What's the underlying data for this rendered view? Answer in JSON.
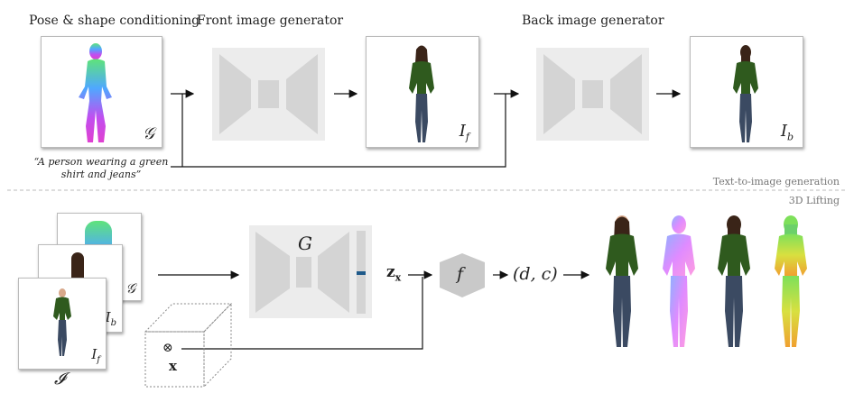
{
  "top": {
    "pose_title": "Pose & shape conditioning",
    "front_title": "Front image generator",
    "back_title": "Back image generator",
    "prompt": "“A person wearing a green shirt and jeans”",
    "g_label": "𝒢",
    "if_label": "I",
    "if_sub": "f",
    "ib_label": "I",
    "ib_sub": "b"
  },
  "stages": {
    "t2i": "Text-to-image generation",
    "lift": "3D Lifting"
  },
  "bottom": {
    "stack_g": "𝒢",
    "stack_ib": "I",
    "stack_ib_sub": "b",
    "stack_if": "I",
    "stack_if_sub": "f",
    "stack_caption": "𝓘",
    "gen_label": "G",
    "zx": "z",
    "zx_sub": "x",
    "f_label": "f",
    "output": "(d, c)",
    "noise_symbol": "⊗",
    "noise_x": "x"
  },
  "colors": {
    "shirt": "#2f5a1e",
    "jeans": "#3b4a62",
    "hair": "#3a2418",
    "skin": "#d8a88a",
    "generator_gray": "#d4d4d4",
    "generator_bg": "#ececec",
    "accent_blue": "#1f5a8a",
    "f_hex": "#c9c9c9"
  }
}
